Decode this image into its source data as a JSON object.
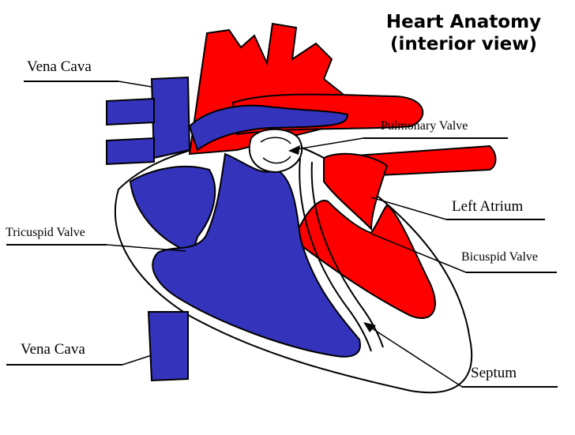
{
  "title": {
    "line1": "Heart Anatomy",
    "line2": "(interior view)"
  },
  "labels": {
    "vena_cava_top": "Vena Cava",
    "pulmonary_valve": "Pulmonary Valve",
    "left_atrium": "Left Atrium",
    "tricuspid_valve": "Tricuspid Valve",
    "bicuspid_valve": "Bicuspid Valve",
    "vena_cava_bottom": "Vena Cava",
    "septum": "Septum"
  },
  "colors": {
    "oxygenated": "#ff0000",
    "deoxygenated": "#3333bb",
    "outline": "#000000",
    "background": "#ffffff"
  }
}
